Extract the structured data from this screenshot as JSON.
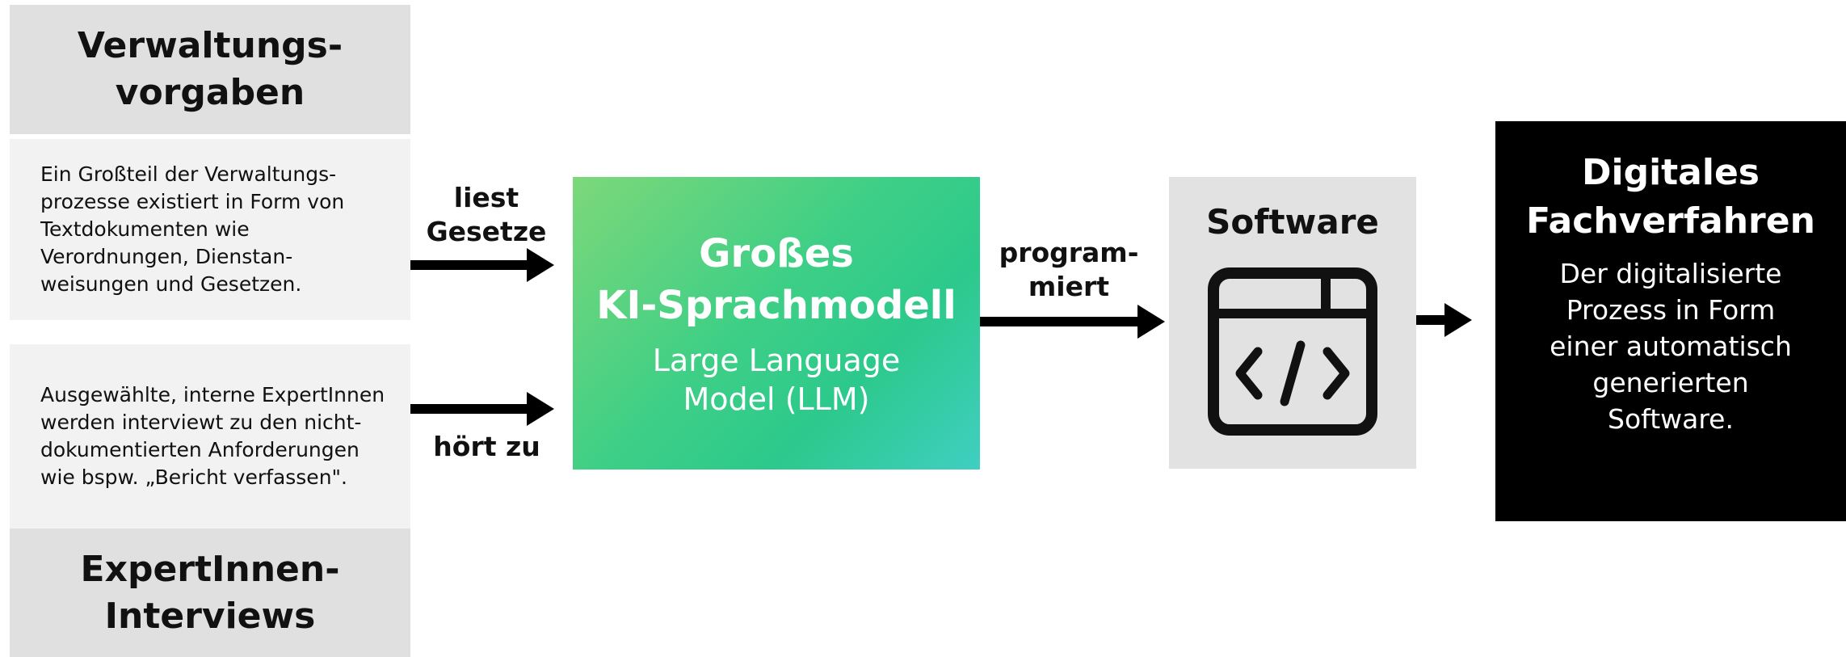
{
  "sources": [
    {
      "title_lines": [
        "Verwaltungs-",
        "vorgaben"
      ],
      "description_lines": [
        "Ein Großteil der Verwaltungs-",
        "prozesse existiert in Form von",
        "Textdokumenten wie",
        "Verordnungen, Dienstan-",
        "weisungen und Gesetzen."
      ]
    },
    {
      "title_lines": [
        "ExpertInnen-",
        "Interviews"
      ],
      "description_lines": [
        "Ausgewählte, interne ExpertInnen",
        "werden interviewt zu den nicht-",
        "dokumentierten Anforderungen",
        "wie bspw. „Bericht verfassen\"."
      ]
    }
  ],
  "edges": {
    "reads": [
      "liest",
      "Gesetze"
    ],
    "listens": "hört zu",
    "programs": [
      "program-",
      "miert"
    ]
  },
  "llm": {
    "title_lines": [
      "Großes",
      "KI-Sprachmodell"
    ],
    "subtitle_lines": [
      "Large Language",
      "Model (LLM)"
    ]
  },
  "software": {
    "title": "Software",
    "icon": "code-window-icon"
  },
  "output": {
    "title_lines": [
      "Digitales",
      "Fachverfahren"
    ],
    "description_lines": [
      "Der digitalisierte",
      "Prozess in Form",
      "einer automatisch",
      "generierten",
      "Software."
    ]
  },
  "colors": {
    "llm_gradient_start": "#7dd87a",
    "llm_gradient_end": "#40cfc2",
    "box_gray": "#e0e0e0",
    "box_light": "#f2f2f2",
    "output_bg": "#000000"
  }
}
